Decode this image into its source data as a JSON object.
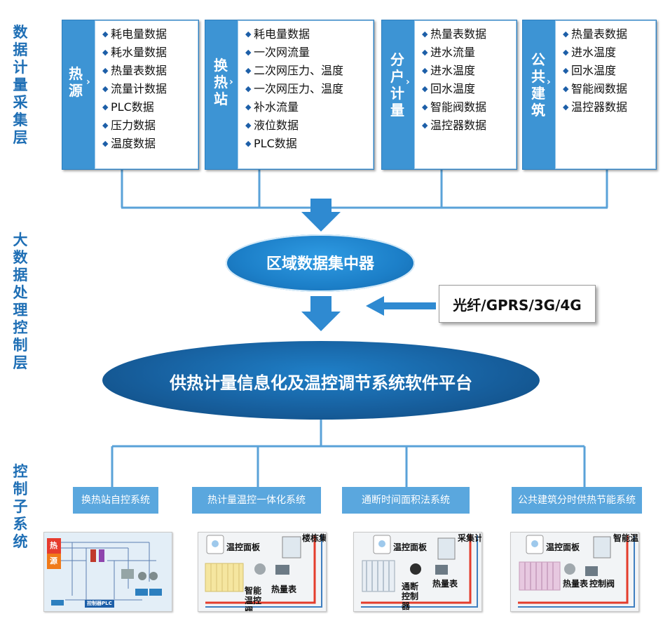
{
  "layers": {
    "collect": "数据计量采集层",
    "process": "大数据处理控制层",
    "control": "控制子系统"
  },
  "sources": [
    {
      "title": "热源",
      "items": [
        "耗电量数据",
        "耗水量数据",
        "热量表数据",
        "流量计数据",
        "PLC数据",
        "压力数据",
        "温度数据"
      ]
    },
    {
      "title": "换热站",
      "items": [
        "耗电量数据",
        "一次网流量",
        "二次网压力、温度",
        "一次网压力、温度",
        "补水流量",
        "液位数据",
        "PLC数据"
      ]
    },
    {
      "title": "分户计量",
      "items": [
        "热量表数据",
        "进水流量",
        "进水温度",
        "回水温度",
        "智能阀数据",
        "温控器数据"
      ]
    },
    {
      "title": "公共建筑",
      "items": [
        "热量表数据",
        "进水温度",
        "回水温度",
        "智能阀数据",
        "温控器数据"
      ]
    }
  ],
  "concentrator": "区域数据集中器",
  "comm": "光纤/GPRS/3G/4G",
  "platform": "供热计量信息化及温控调节系统软件平台",
  "subsystems": [
    "换热站自控系统",
    "热计量温控一体化系统",
    "通断时间面积法系统",
    "公共建筑分时供热节能系统"
  ],
  "thumbs": {
    "t1": {
      "hot": "热",
      "source": "源",
      "plc": "控制器PLC"
    },
    "t2": {
      "panel": "温控面板",
      "collector": "楼栋集中器",
      "valve": "智能温控阀",
      "meter": "热量表"
    },
    "t3": {
      "panel": "温控面板",
      "collector": "采集计算器",
      "controller": "通断控制器",
      "meter": "热量表"
    },
    "t4": {
      "panel": "温控面板",
      "terminal": "智能温控终端",
      "meter": "热量表",
      "valve": "控制阀"
    }
  },
  "colors": {
    "accent": "#3d94d4",
    "label": "#1f6fb5",
    "ellipse": "#1a70b8",
    "arrow": "#2f8ad1",
    "line": "#5aa2d8"
  }
}
